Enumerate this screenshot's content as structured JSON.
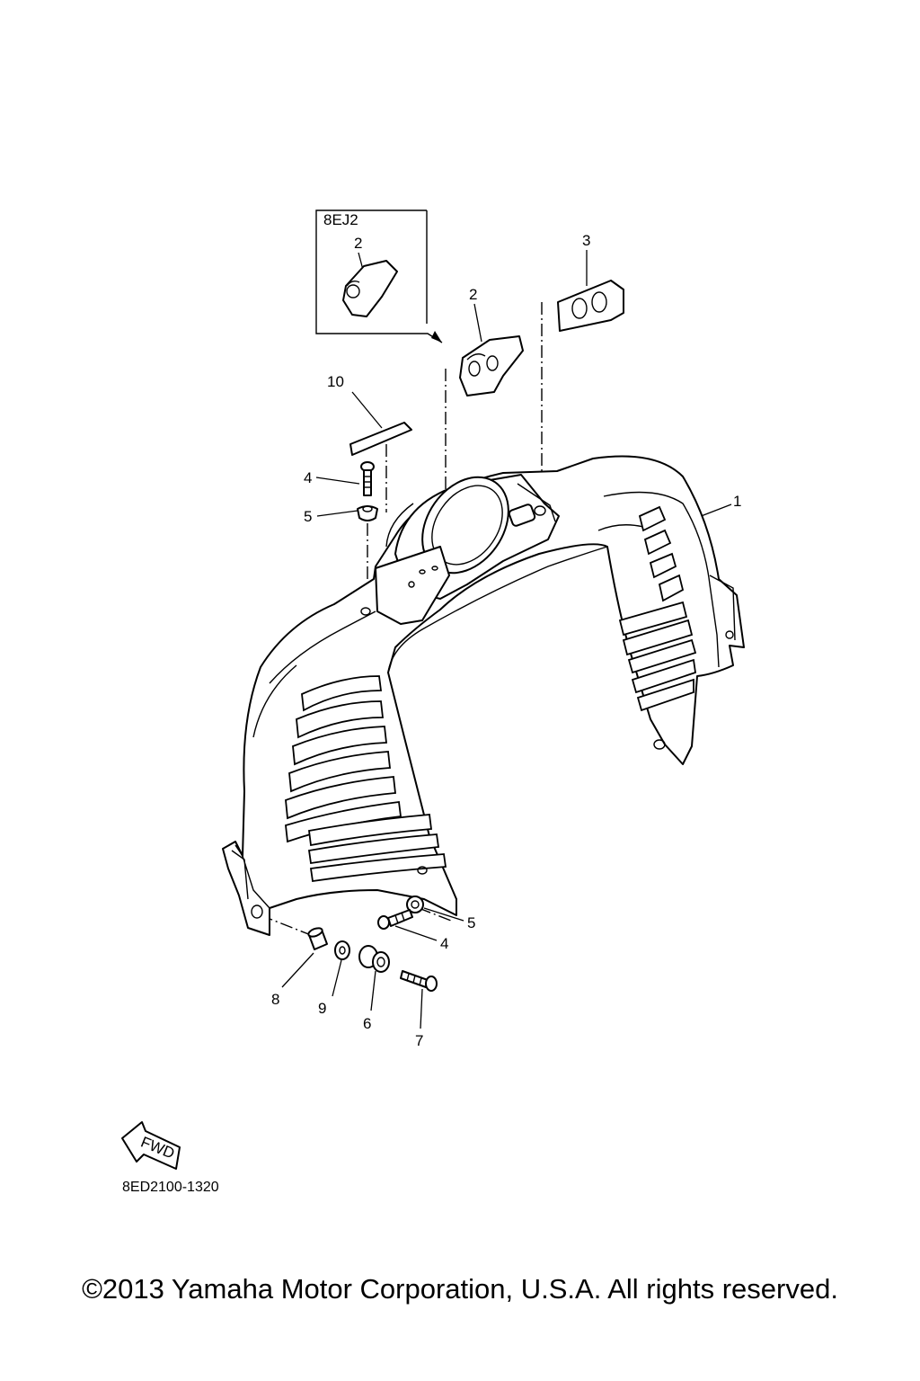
{
  "diagram": {
    "inset_label": "8EJ2",
    "callouts": {
      "p1": "1",
      "p2_inset": "2",
      "p2": "2",
      "p3": "3",
      "p4_top": "4",
      "p4_bottom": "4",
      "p5_top": "5",
      "p5_bottom": "5",
      "p6": "6",
      "p7": "7",
      "p8": "8",
      "p9": "9",
      "p10": "10"
    },
    "fwd_arrow_text": "FWD",
    "drawing_code": "8ED2100-1320"
  },
  "footer": {
    "copyright": "©2013 Yamaha Motor Corporation, U.S.A. All rights reserved."
  }
}
